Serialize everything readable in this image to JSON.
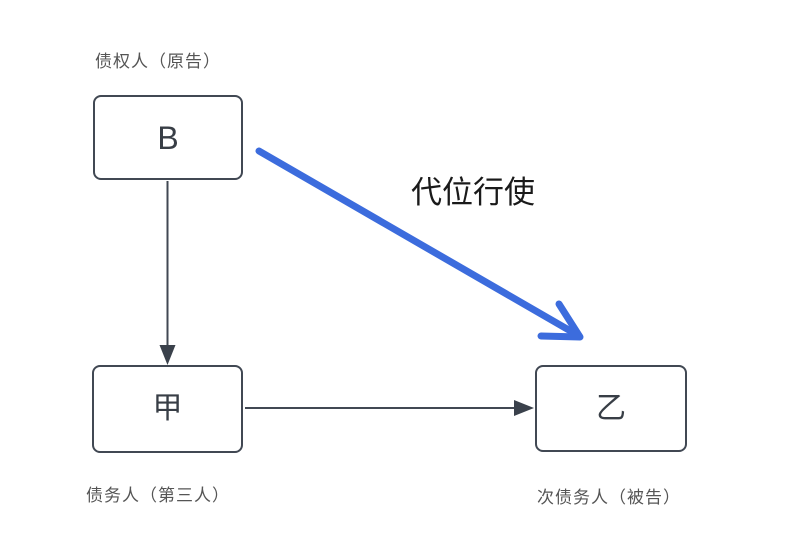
{
  "diagram": {
    "background": "#ffffff",
    "nodes": [
      {
        "id": "creditor",
        "box_label": "B",
        "caption": "债权人（原告）"
      },
      {
        "id": "debtor",
        "box_label": "甲",
        "caption": "债务人（第三人）"
      },
      {
        "id": "sub_debtor",
        "box_label": "乙",
        "caption": "次债务人（被告）"
      }
    ],
    "edges": [
      {
        "from": "B",
        "to": "甲",
        "style": "solid-dark",
        "label": ""
      },
      {
        "from": "甲",
        "to": "乙",
        "style": "solid-dark",
        "label": ""
      },
      {
        "from": "B",
        "to": "乙",
        "style": "solid-blue",
        "label": "代位行使"
      }
    ],
    "colors": {
      "box_border": "#414853",
      "box_text": "#383e46",
      "caption_text": "#555555",
      "arrow_dark": "#3a414b",
      "arrow_blue": "#3c6cdd",
      "edge_label_text": "#1a1a1a"
    }
  }
}
